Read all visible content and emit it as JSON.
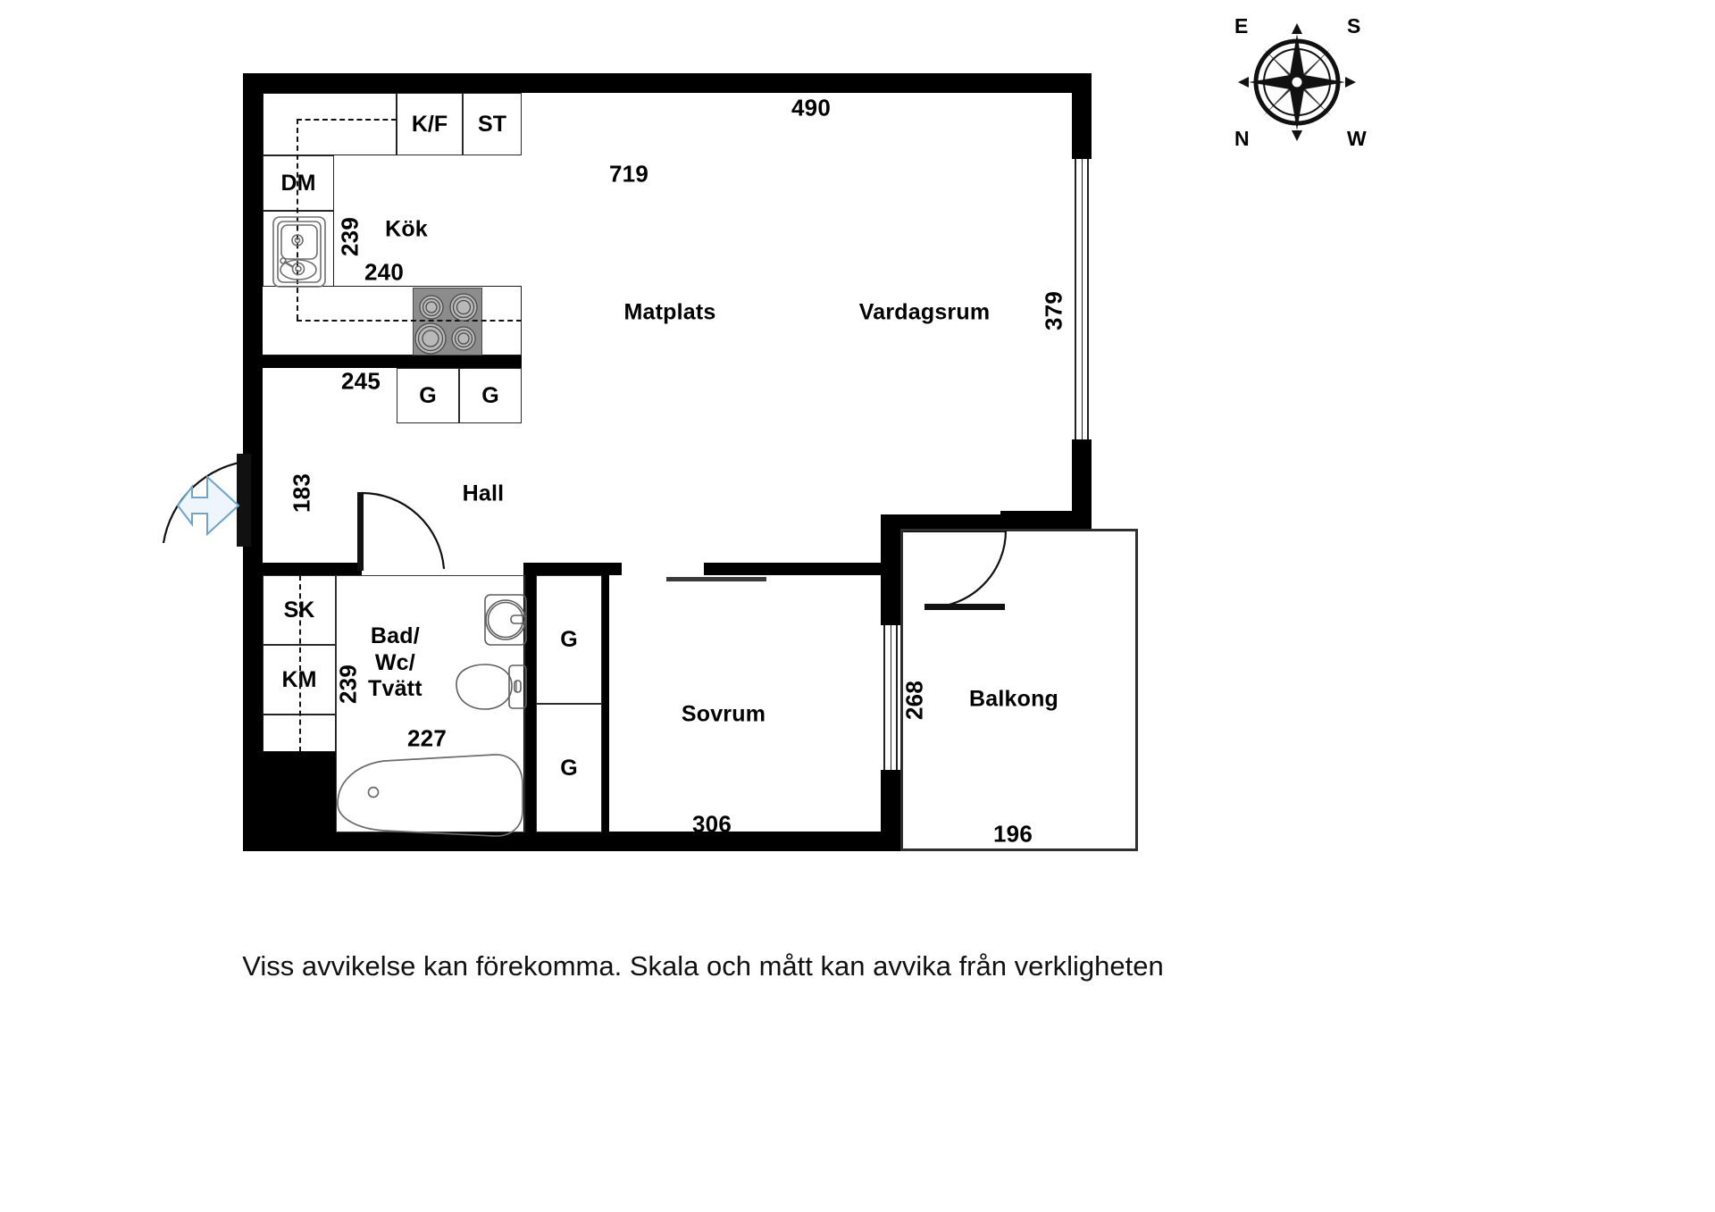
{
  "plan": {
    "caption": "Viss avvikelse kan förekomma. Skala och mått kan avvika från verkligheten",
    "compass": {
      "name": "compass-rose",
      "north": "N",
      "east": "E",
      "south": "S",
      "west": "W"
    },
    "rooms": [
      {
        "id": "kok",
        "label": "Kök"
      },
      {
        "id": "matplats",
        "label": "Matplats"
      },
      {
        "id": "vardagsrum",
        "label": "Vardagsrum"
      },
      {
        "id": "hall",
        "label": "Hall"
      },
      {
        "id": "badwctvatt",
        "label": "Bad/\nWc/\nTvätt"
      },
      {
        "id": "sovrum",
        "label": "Sovrum"
      },
      {
        "id": "balkong",
        "label": "Balkong"
      }
    ],
    "room_labels": {
      "kok": "Kök",
      "matplats": "Matplats",
      "vardagsrum": "Vardagsrum",
      "hall": "Hall",
      "bad_line1": "Bad/",
      "bad_line2": "Wc/",
      "bad_line3": "Tvätt",
      "sovrum": "Sovrum",
      "balkong": "Balkong"
    },
    "fixtures": {
      "kf": "K/F",
      "st": "ST",
      "dm": "DM",
      "g1": "G",
      "g2": "G",
      "g3": "G",
      "g4": "G",
      "sk": "SK",
      "km": "KM"
    },
    "dimensions": {
      "top_490": "490",
      "top_719": "719",
      "kitchen_239": "239",
      "kitchen_240": "240",
      "kitchen_245": "245",
      "right_379": "379",
      "hall_183": "183",
      "bath_239": "239",
      "bath_227": "227",
      "sovrum_306": "306",
      "balkong_268": "268",
      "balkong_196": "196"
    },
    "colors": {
      "wall": "#000000",
      "line": "#2b2b2b",
      "text": "#000000",
      "stove": "#8c8c8c",
      "entry_arrow_stroke": "#6ba4cc",
      "entry_arrow_fill": "#eef6fb",
      "background": "#ffffff"
    }
  }
}
